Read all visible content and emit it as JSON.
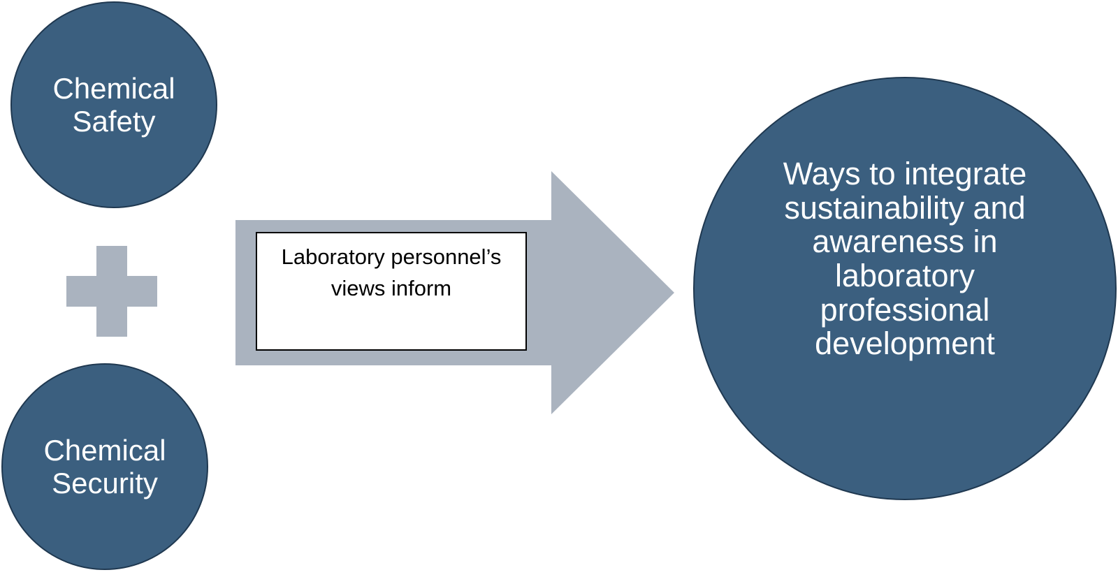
{
  "inputs": {
    "safety": "Chemical Safety",
    "security": "Chemical Security",
    "combine_symbol": "plus"
  },
  "process": {
    "label": "Laboratory personnel’s views inform"
  },
  "outcome": {
    "label": "Ways to integrate sustainability and awareness in laboratory professional development"
  },
  "colors": {
    "circle_fill": "#3b5f7f",
    "circle_text": "#ffffff",
    "arrow_and_plus": "#aab3bf",
    "textbox_border": "#000000"
  }
}
